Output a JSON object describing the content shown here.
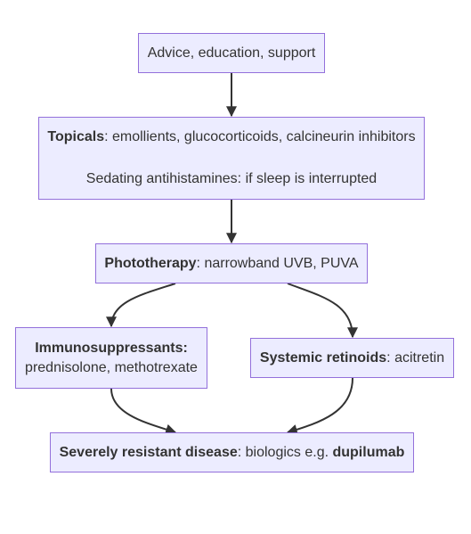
{
  "diagram": {
    "nodes": {
      "advice": {
        "text": "Advice, education, support"
      },
      "topicals": {
        "bold": "Topicals",
        "rest": ": emollients, glucocorticoids, calcineurin inhibitors",
        "line2": "Sedating antihistamines: if sleep is interrupted"
      },
      "phototherapy": {
        "bold": "Phototherapy",
        "rest": ": narrowband UVB, PUVA"
      },
      "immuno": {
        "bold": "Immunosuppressants:",
        "line2": "prednisolone, methotrexate"
      },
      "retinoids": {
        "bold": "Systemic retinoids",
        "rest": ": acitretin"
      },
      "severe": {
        "bold": "Severely resistant disease",
        "rest": ": biologics e.g. ",
        "bold2": "dupilumab"
      }
    },
    "edges": [
      {
        "from": "advice",
        "to": "topicals"
      },
      {
        "from": "topicals",
        "to": "phototherapy"
      },
      {
        "from": "phototherapy",
        "to": "immuno"
      },
      {
        "from": "phototherapy",
        "to": "retinoids"
      },
      {
        "from": "immuno",
        "to": "severe"
      },
      {
        "from": "retinoids",
        "to": "severe"
      }
    ],
    "colors": {
      "node_fill": "#ececff",
      "node_border": "#9370db",
      "edge": "#333333",
      "text": "#333333"
    }
  }
}
